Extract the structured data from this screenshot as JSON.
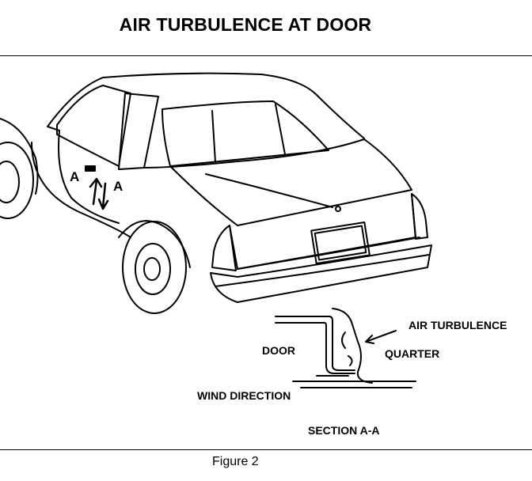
{
  "title": "AIR TURBULENCE AT DOOR",
  "callouts": {
    "air_turbulence": "AIR TURBULENCE",
    "door": "DOOR",
    "quarter": "QUARTER",
    "wind_direction": "WIND DIRECTION",
    "section": "SECTION A-A"
  },
  "section_marks": {
    "left": "A",
    "right": "A"
  },
  "caption": "Figure 2"
}
